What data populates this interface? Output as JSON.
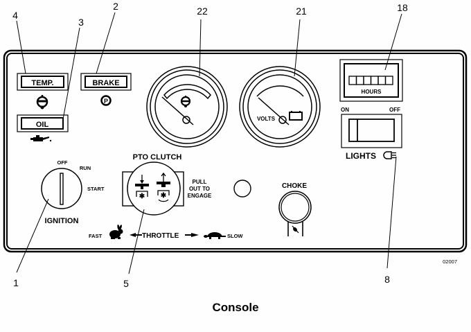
{
  "figure": {
    "caption": "Console",
    "code": "02007"
  },
  "callouts": {
    "ignition": "1",
    "brake": "2",
    "oil": "3",
    "temp": "4",
    "pto": "5",
    "lights": "8",
    "hour_meter": "18",
    "voltmeter": "21",
    "temp_gauge": "22"
  },
  "indicators": {
    "temp": "TEMP.",
    "brake": "BRAKE",
    "oil": "OIL"
  },
  "gauges": {
    "voltmeter_label": "VOLTS"
  },
  "hour_meter": {
    "label": "HOURS",
    "digits": [
      "",
      "",
      "",
      "",
      "",
      ""
    ]
  },
  "lights_switch": {
    "on_label": "ON",
    "off_label": "OFF",
    "label": "LIGHTS"
  },
  "ignition": {
    "label": "IGNITION",
    "positions": [
      "OFF",
      "RUN",
      "START"
    ]
  },
  "pto": {
    "title": "PTO CLUTCH",
    "instruction_lines": [
      "PULL",
      "OUT TO",
      "ENGAGE"
    ]
  },
  "choke": {
    "label": "CHOKE"
  },
  "throttle": {
    "label": "THROTTLE",
    "fast": "FAST",
    "slow": "SLOW"
  }
}
